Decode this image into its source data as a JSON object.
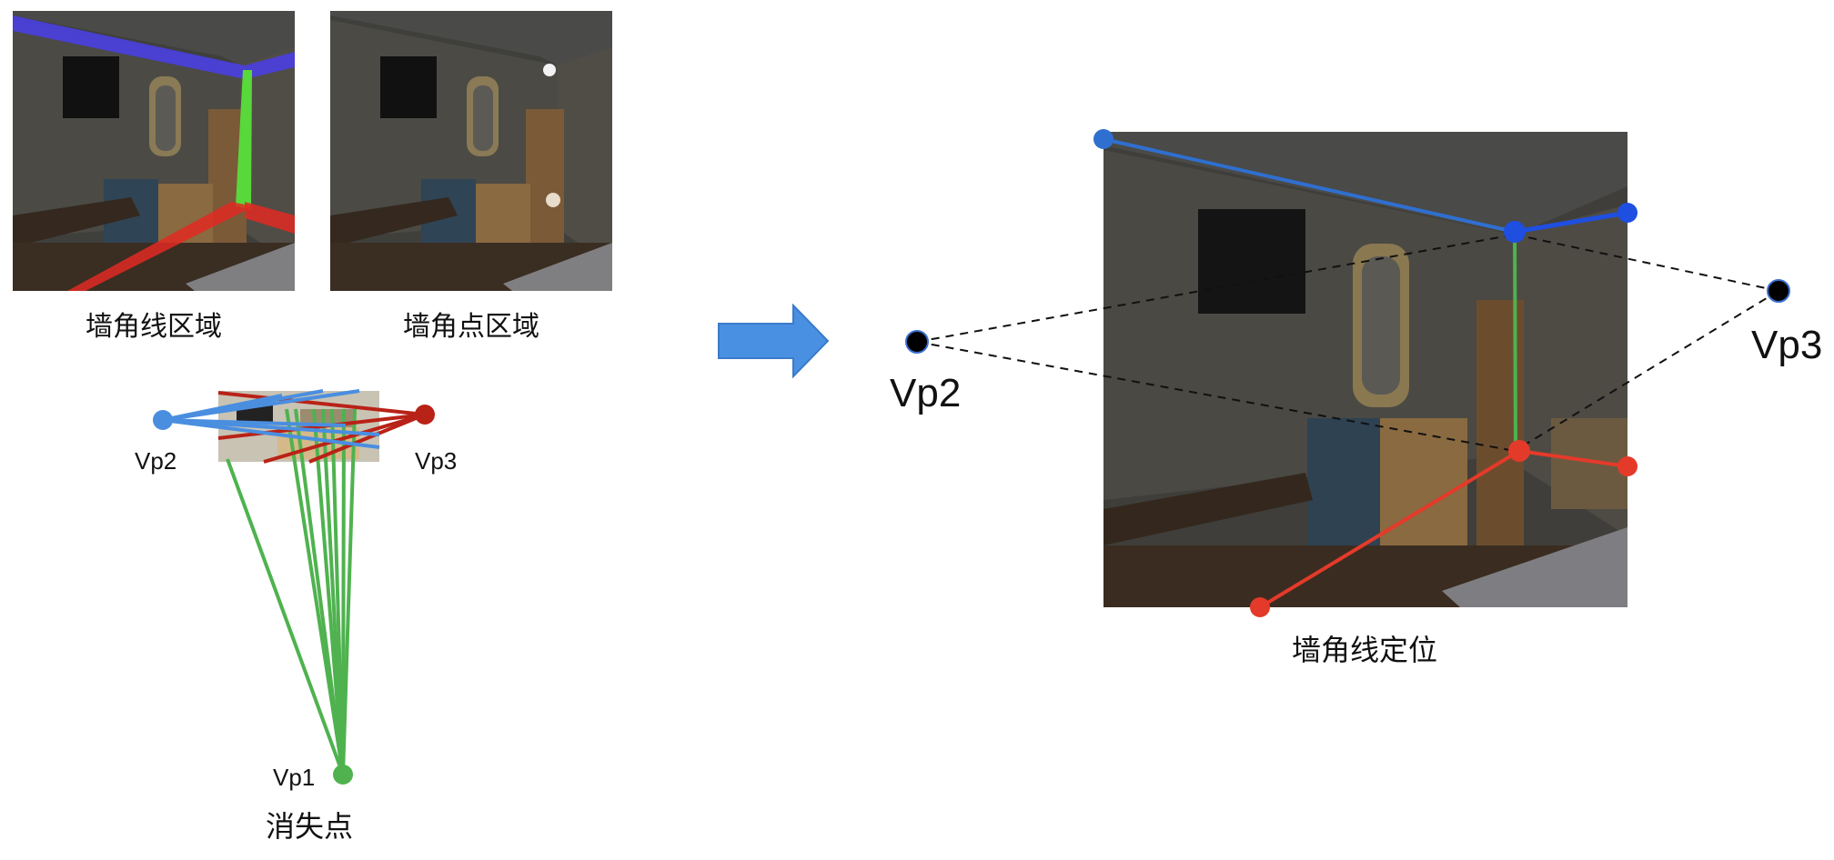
{
  "panels": {
    "corner_line_region": {
      "caption": "墙角线区域"
    },
    "corner_point_region": {
      "caption": "墙角点区域"
    },
    "vanishing_points": {
      "caption": "消失点",
      "labels": {
        "vp1": "Vp1",
        "vp2": "Vp2",
        "vp3": "Vp3"
      }
    },
    "corner_line_localization": {
      "caption": "墙角线定位",
      "labels": {
        "vp2": "Vp2",
        "vp3": "Vp3"
      }
    }
  },
  "colors": {
    "blue": "#2f6fcf",
    "light_blue": "#4a8ee0",
    "red": "#e43a2a",
    "dark_red": "#b92217",
    "green": "#4fb24f",
    "arrow": "#4a90e2",
    "black": "#000000"
  },
  "icons": {
    "arrow": "right-arrow-icon"
  }
}
